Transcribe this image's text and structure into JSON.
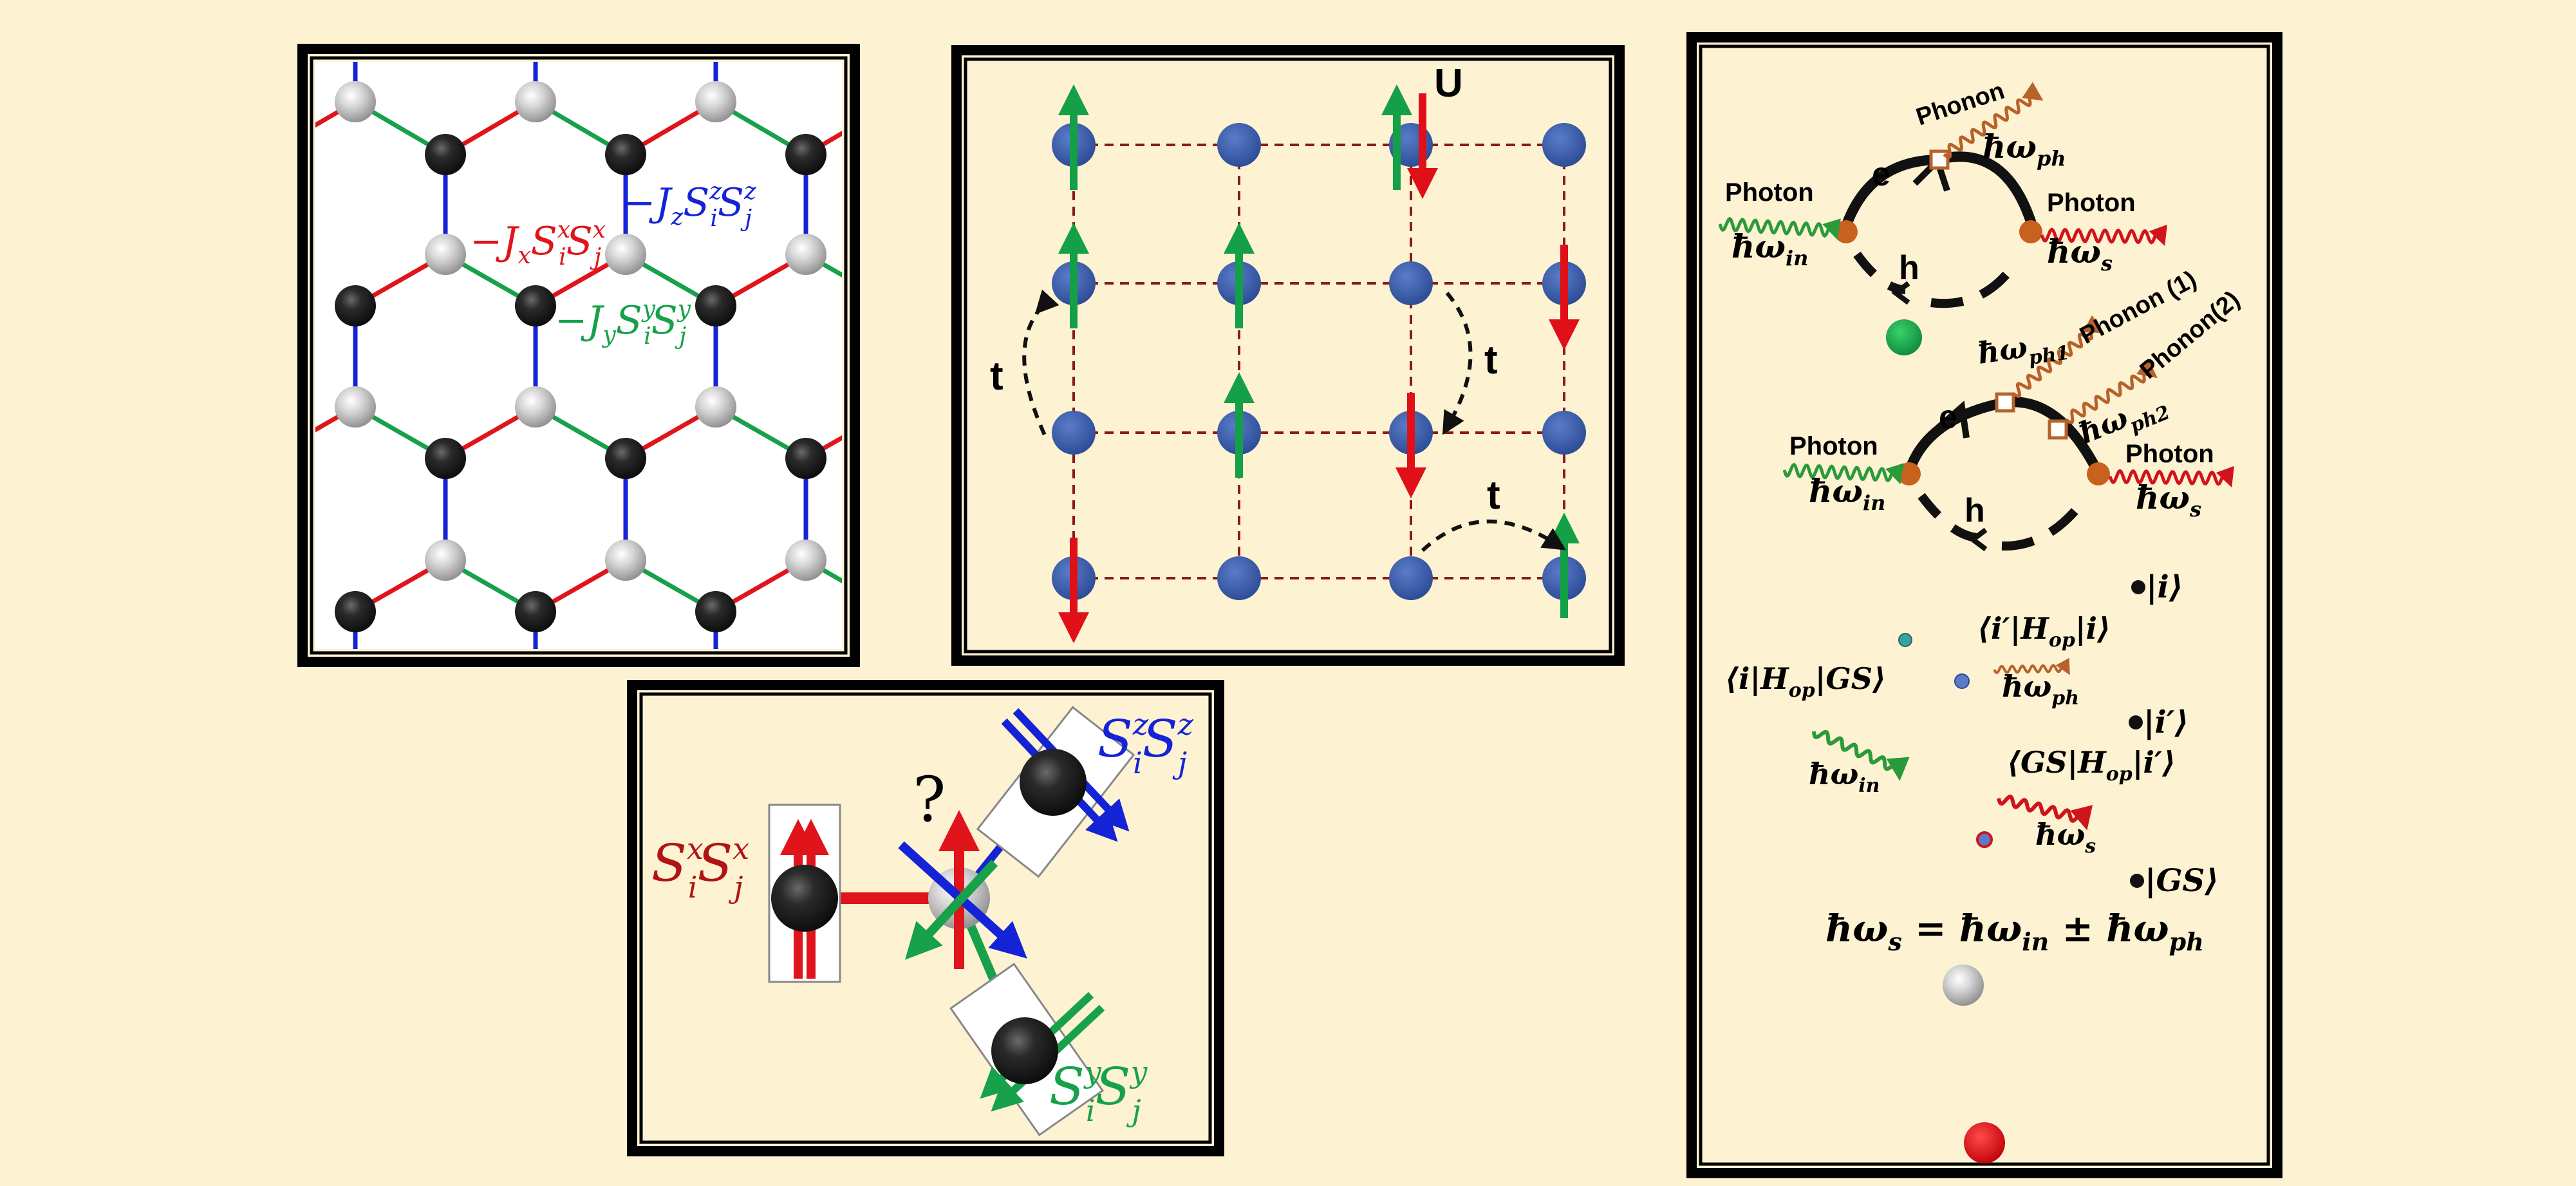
{
  "colors": {
    "background": "#fdf2d2",
    "bond_x": "#e0141b",
    "bond_y": "#17a14a",
    "bond_z": "#1523d6",
    "spin_up": "#14a046",
    "spin_down": "#e01018",
    "site_blue": "#3858a8",
    "bond_dashed": "#8b1a1a",
    "phonon": "#b7622a",
    "photon_in": "#2a9a3a",
    "photon_out": "#d0141c"
  },
  "kitaev": {
    "term_x": "−J",
    "term_x_sub": "x",
    "term_x_ops": "S",
    "term_y": "−J",
    "term_y_sub": "y",
    "term_z": "−J",
    "term_z_sub": "z",
    "op_sup_x": "x",
    "op_sup_y": "y",
    "op_sup_z": "z",
    "site_i": "i",
    "site_j": "j",
    "spin_S": "S"
  },
  "hubbard": {
    "u_label": "U",
    "hop_label": "t"
  },
  "frustration": {
    "question": "?",
    "op_S": "S",
    "sup_x": "x",
    "sup_y": "y",
    "sup_z": "z",
    "sub_i": "i",
    "sub_j": "j"
  },
  "raman": {
    "photon": "Photon",
    "phonon": "Phonon",
    "phonon1": "Phonon (1)",
    "phonon2": "Phonon(2)",
    "electron": "e",
    "hole": "h",
    "hbar": "ħ",
    "omega": "ω",
    "sub_in": "in",
    "sub_ph": "ph",
    "sub_s": "s",
    "sub_ph1": "ph1",
    "sub_ph2": "ph2",
    "state_i": "|i⟩",
    "state_ip": "|i′⟩",
    "state_gs": "|GS⟩",
    "me_ipi": "⟨i′|H",
    "me_op": "op",
    "me_ipi_end": "|i⟩",
    "me_igs": "⟨i|H",
    "me_igs_end": "|GS⟩",
    "me_gsip": "⟨GS|H",
    "me_gsip_end": "|i′⟩",
    "energy_eq_lhs": "ħω",
    "energy_eq_mid": " = ħω",
    "energy_eq_pm": " ± ħω"
  }
}
